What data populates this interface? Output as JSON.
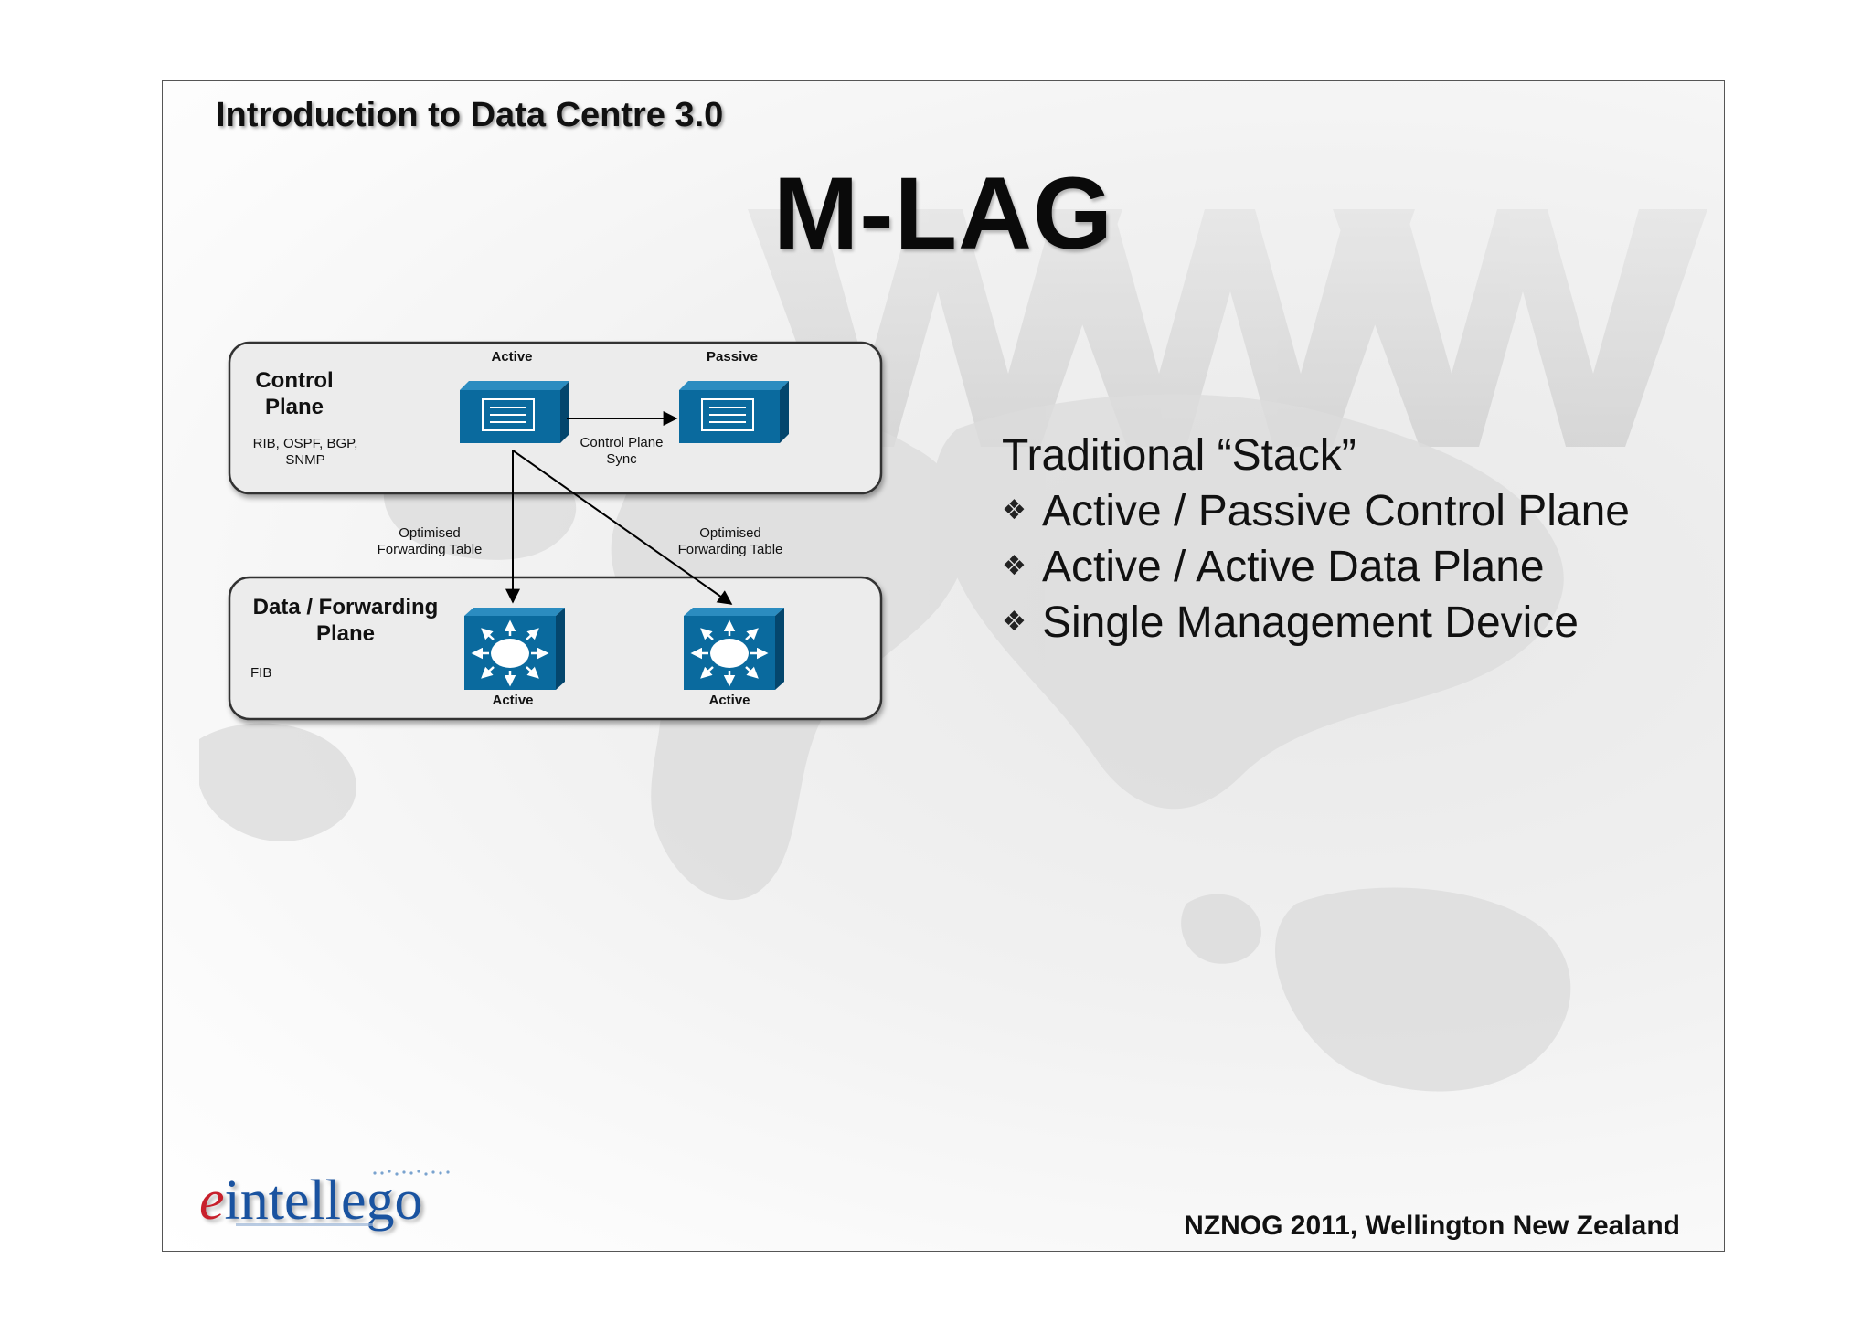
{
  "slide": {
    "header_title": "Introduction to Data Centre 3.0",
    "title": "M-LAG",
    "footer": "NZNOG 2011, Wellington New Zealand",
    "logo": {
      "first_letter": "e",
      "rest": "intellego"
    }
  },
  "diagram": {
    "control_plane": {
      "label_line1": "Control",
      "label_line2": "Plane",
      "detail_line1": "RIB, OSPF, BGP,",
      "detail_line2": "SNMP",
      "left_node_label": "Active",
      "right_node_label": "Passive",
      "sync_line1": "Control Plane",
      "sync_line2": "Sync"
    },
    "data_plane": {
      "label_line1": "Data / Forwarding",
      "label_line2": "Plane",
      "detail": "FIB",
      "left_node_label": "Active",
      "right_node_label": "Active"
    },
    "edge_left": {
      "line1": "Optimised",
      "line2": "Forwarding Table"
    },
    "edge_right": {
      "line1": "Optimised",
      "line2": "Forwarding Table"
    },
    "colors": {
      "device_blue": "#0a6a9e",
      "device_blue_dark": "#04466d",
      "device_blue_light": "#2b8cc0"
    }
  },
  "bullets": {
    "heading": "Traditional “Stack”",
    "icon": "diamond-bullet-icon",
    "items": [
      "Active / Passive Control Plane",
      "Active / Active Data Plane",
      "Single Management Device"
    ]
  }
}
